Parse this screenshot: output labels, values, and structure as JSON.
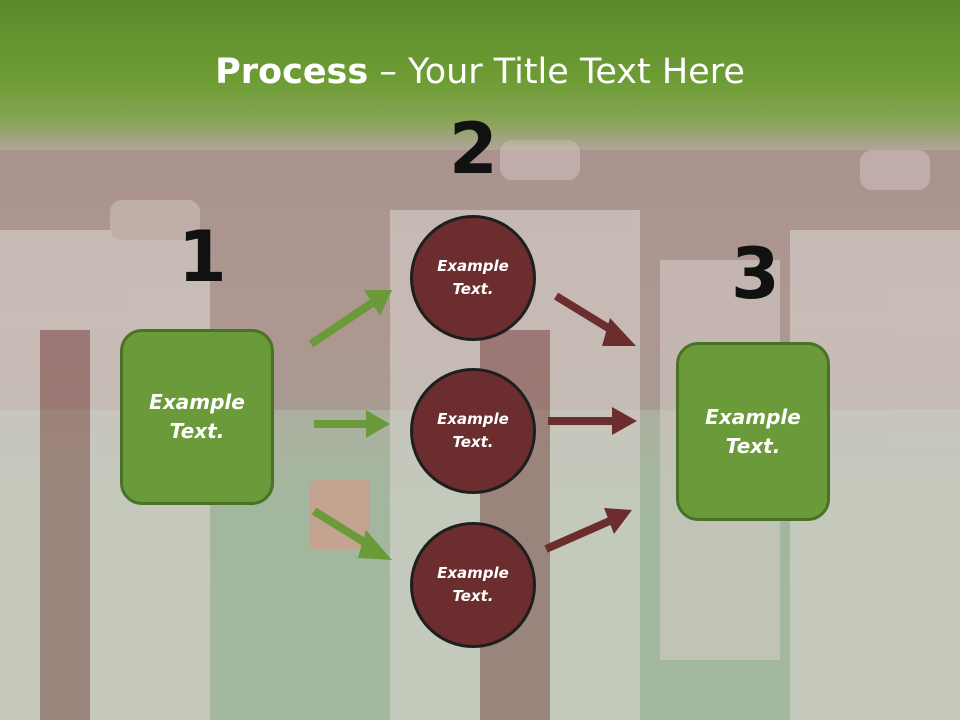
{
  "title": {
    "bold": "Process",
    "rest": " – Your Title Text Here"
  },
  "stages": {
    "one": {
      "number": "1",
      "text": "Example\nText."
    },
    "two": {
      "number": "2",
      "circles": [
        {
          "text": "Example\nText."
        },
        {
          "text": "Example\nText."
        },
        {
          "text": "Example\nText."
        }
      ]
    },
    "three": {
      "number": "3",
      "text": "Example\nText."
    }
  },
  "colors": {
    "green_box": "#6a9a3a",
    "green_arrow": "#6a9a3a",
    "circle": "#6b2d2e",
    "red_arrow": "#6b2d2e",
    "title_band": "#6e9d35"
  }
}
